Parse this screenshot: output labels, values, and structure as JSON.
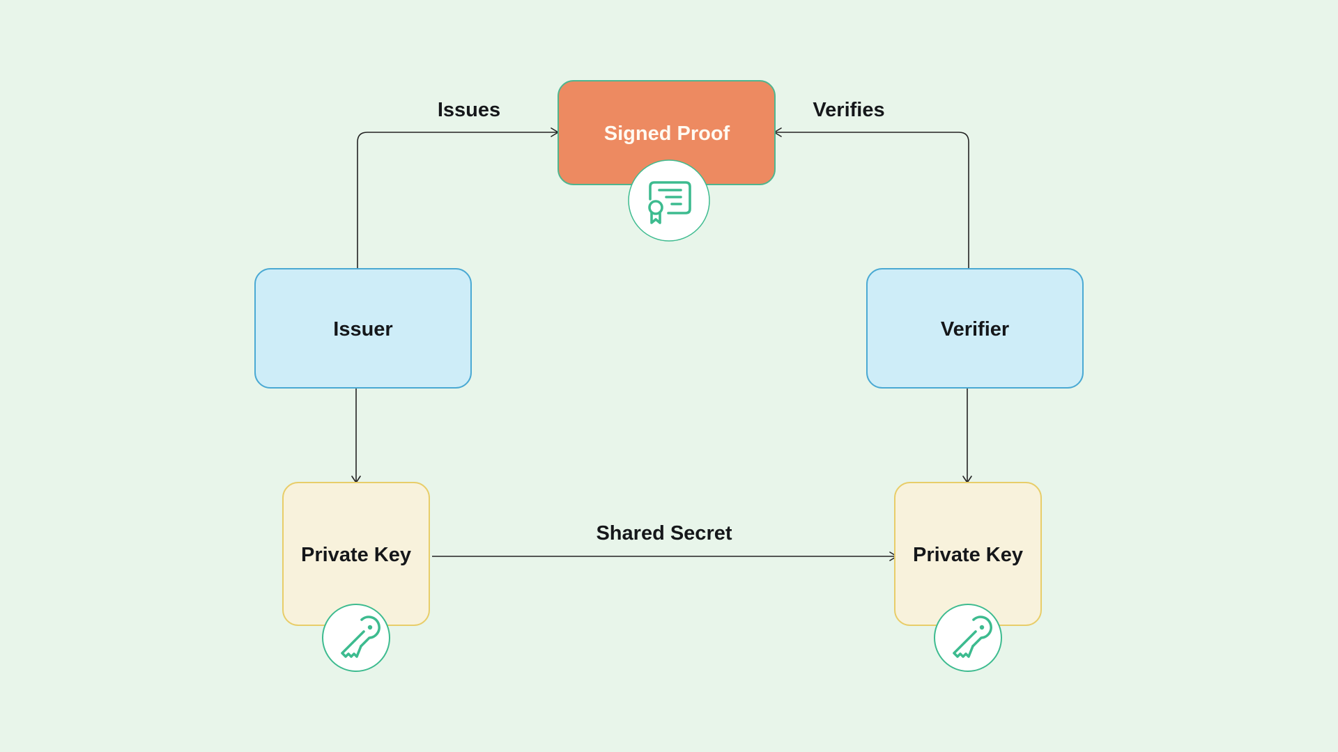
{
  "colors": {
    "background": "#e8f5ea",
    "signed_proof_fill": "#ed8a61",
    "signed_proof_stroke": "#4fb58f",
    "party_fill": "#ceedf8",
    "party_stroke": "#4aa9d3",
    "key_fill": "#f8f2dc",
    "key_stroke": "#e8cd69",
    "icon_accent": "#3dbb8f",
    "icon_circle_fill": "#ffffff",
    "edge": "#222222"
  },
  "nodes": {
    "signed_proof": {
      "label": "Signed Proof",
      "icon": "certificate-icon"
    },
    "issuer": {
      "label": "Issuer"
    },
    "verifier": {
      "label": "Verifier"
    },
    "issuer_private_key": {
      "label": "Private Key",
      "icon": "key-icon"
    },
    "verifier_private_key": {
      "label": "Private Key",
      "icon": "key-icon"
    }
  },
  "edges": {
    "issues": {
      "label": "Issues",
      "from": "issuer",
      "to": "signed_proof"
    },
    "verifies": {
      "label": "Verifies",
      "from": "verifier",
      "to": "signed_proof"
    },
    "issuer_to_key": {
      "from": "issuer",
      "to": "issuer_private_key"
    },
    "verifier_to_key": {
      "from": "verifier",
      "to": "verifier_private_key"
    },
    "shared_secret": {
      "label": "Shared Secret",
      "from": "issuer_private_key",
      "to": "verifier_private_key"
    }
  }
}
